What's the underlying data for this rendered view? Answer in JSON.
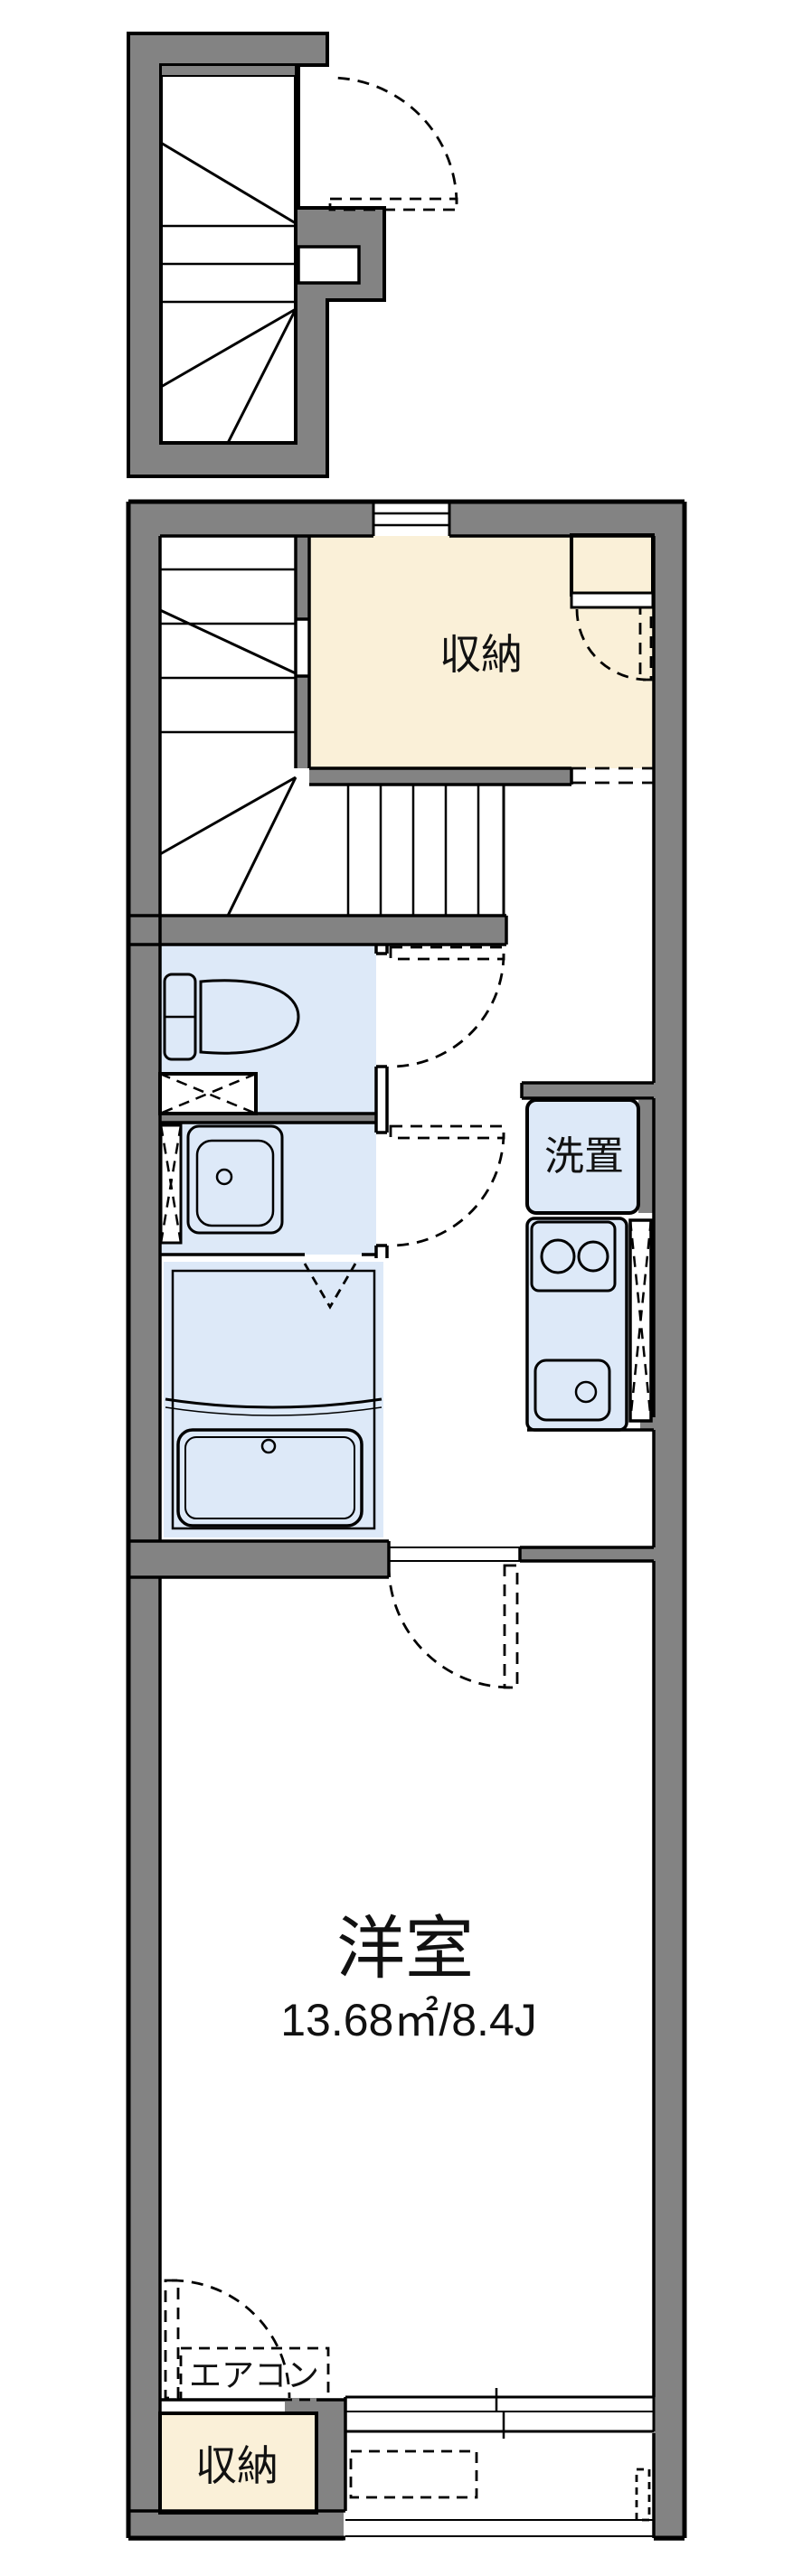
{
  "floorplan": {
    "type": "japanese-apartment-floor-plan",
    "colors": {
      "wall": "#838383",
      "storage_fill": "#FAF0D8",
      "wet_area_fill": "#DDE9F8",
      "line": "#000000",
      "background": "#FFFFFF"
    },
    "labels": {
      "storage_upper": "収納",
      "laundry": "洗置",
      "main_room": "洋室",
      "main_room_area": "13.68㎡/8.4J",
      "aircon": "エアコン",
      "storage_lower": "収納"
    }
  }
}
